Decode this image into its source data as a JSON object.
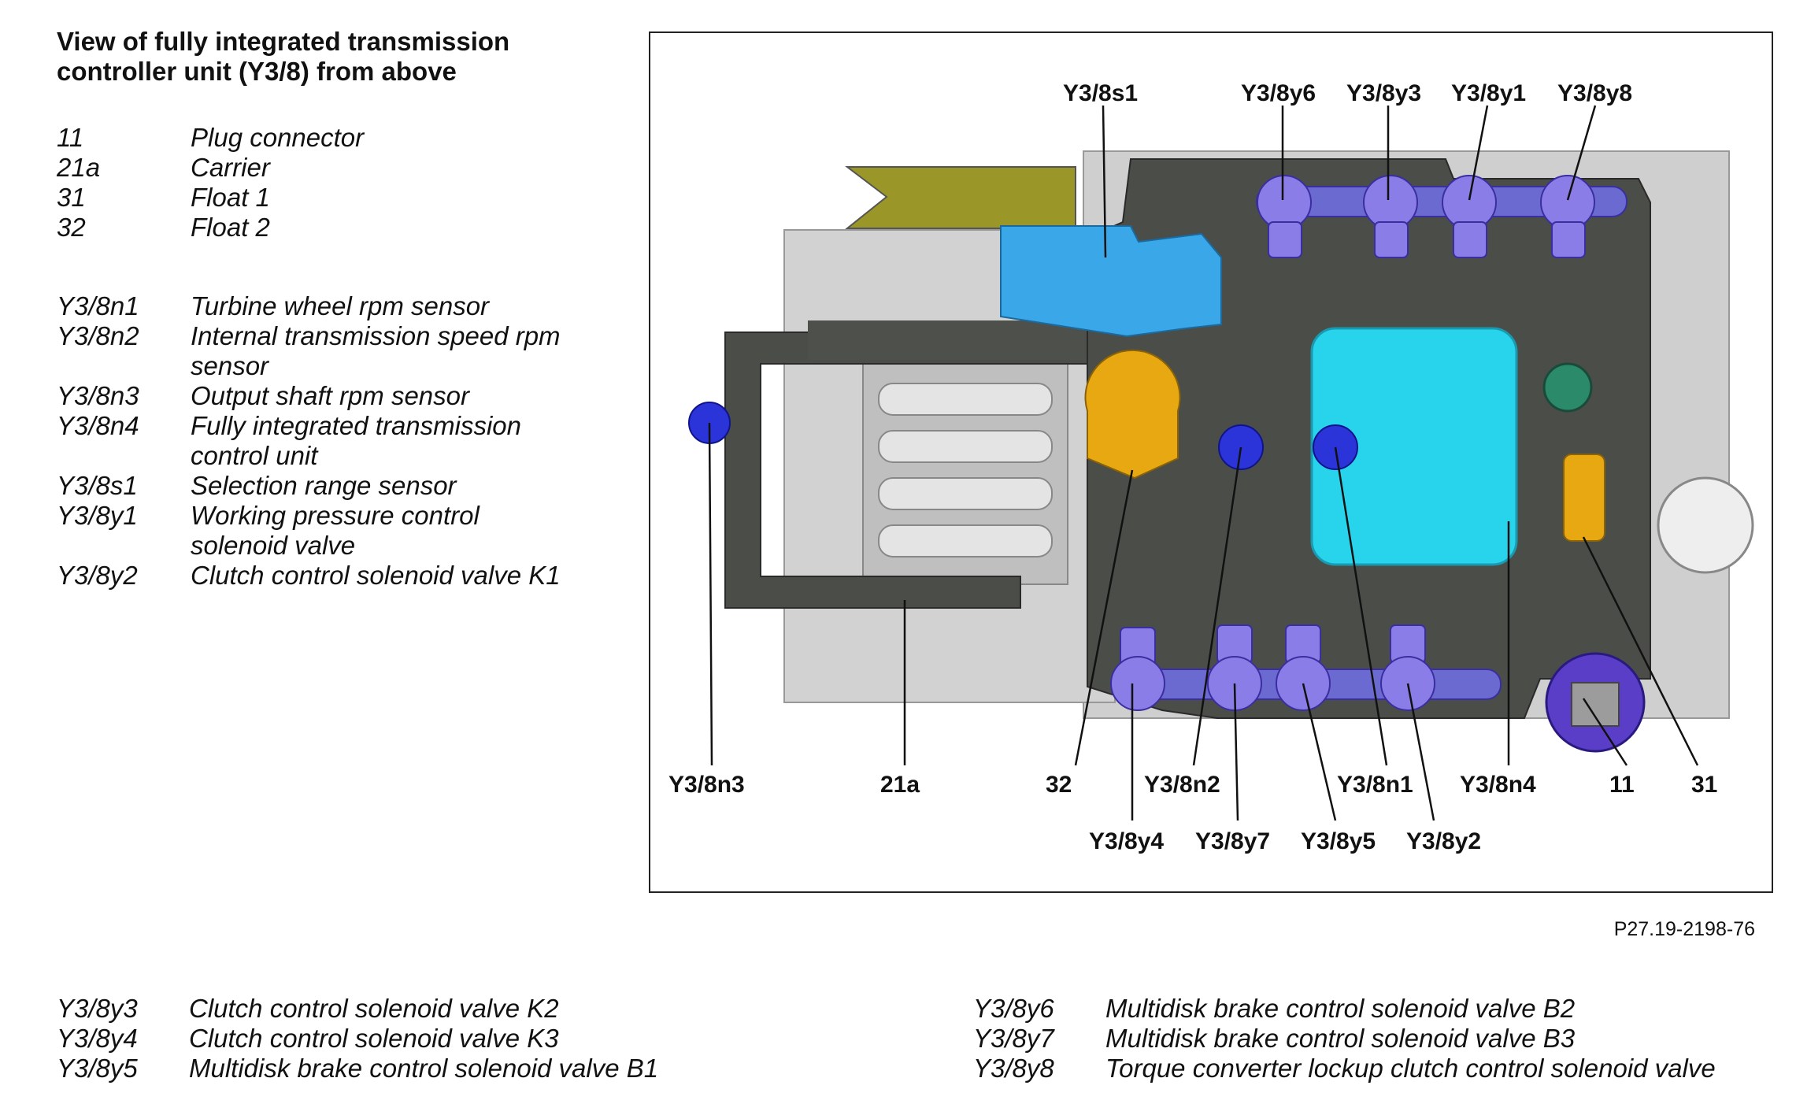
{
  "title": "View of fully integrated transmission controller unit (Y3/8) from above",
  "legend_top": [
    {
      "code": "11",
      "desc": "Plug connector"
    },
    {
      "code": "21a",
      "desc": "Carrier"
    },
    {
      "code": "31",
      "desc": "Float 1"
    },
    {
      "code": "32",
      "desc": "Float 2"
    }
  ],
  "legend_mid": [
    {
      "code": "Y3/8n1",
      "desc": "Turbine wheel rpm sensor"
    },
    {
      "code": "Y3/8n2",
      "desc": "Internal transmission speed rpm sensor"
    },
    {
      "code": "Y3/8n3",
      "desc": "Output shaft rpm sensor"
    },
    {
      "code": "Y3/8n4",
      "desc": "Fully integrated transmission control unit"
    },
    {
      "code": "Y3/8s1",
      "desc": "Selection range sensor"
    },
    {
      "code": "Y3/8y1",
      "desc": "Working pressure control solenoid valve"
    },
    {
      "code": "Y3/8y2",
      "desc": "Clutch control solenoid valve K1"
    }
  ],
  "legend_bottom_left": [
    {
      "code": "Y3/8y3",
      "desc": "Clutch control solenoid valve K2"
    },
    {
      "code": "Y3/8y4",
      "desc": "Clutch control solenoid valve K3"
    },
    {
      "code": "Y3/8y5",
      "desc": "Multidisk brake control solenoid valve B1"
    }
  ],
  "legend_bottom_right": [
    {
      "code": "Y3/8y6",
      "desc": "Multidisk brake control solenoid valve B2"
    },
    {
      "code": "Y3/8y7",
      "desc": "Multidisk brake control solenoid valve B3"
    },
    {
      "code": "Y3/8y8",
      "desc": "Torque converter lockup clutch control solenoid valve"
    }
  ],
  "callouts": {
    "s1": "Y3/8s1",
    "y6": "Y3/8y6",
    "y3": "Y3/8y3",
    "y1": "Y3/8y1",
    "y8": "Y3/8y8",
    "n3": "Y3/8n3",
    "c21a": "21a",
    "c32": "32",
    "n2": "Y3/8n2",
    "n1": "Y3/8n1",
    "n4": "Y3/8n4",
    "c11": "11",
    "c31": "31",
    "y4": "Y3/8y4",
    "y7": "Y3/8y7",
    "y5": "Y3/8y5",
    "y2": "Y3/8y2"
  },
  "figure_id": "P27.19-2198-76",
  "colors": {
    "housing": "#4a4d48",
    "plate": "#c8c8c8",
    "solenoid": "#8a7de8",
    "sensor": "#2a34d8",
    "controller": "#28d4ec",
    "selector": "#3aa8e8",
    "float": "#e8a812"
  }
}
